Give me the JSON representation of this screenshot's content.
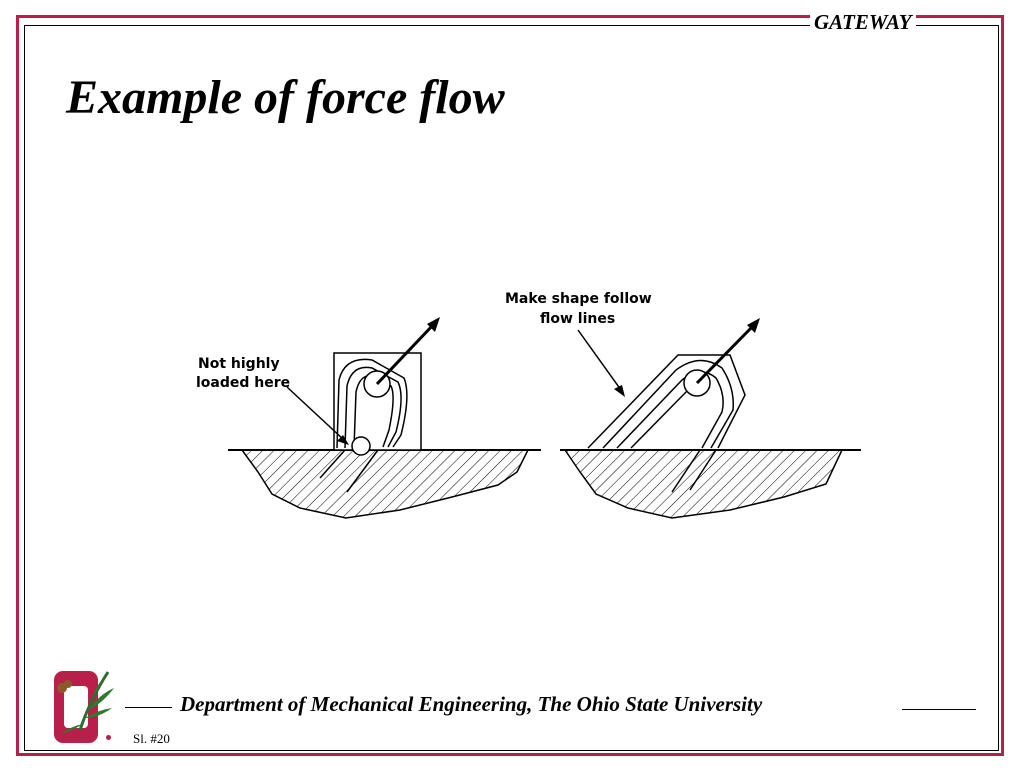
{
  "header": {
    "brand": "GATEWAY"
  },
  "slide": {
    "title": "Example of force flow"
  },
  "diagram": {
    "label_not_loaded_line1": "Not highly",
    "label_not_loaded_line2": "loaded here",
    "label_follow_line1": "Make shape follow",
    "label_follow_line2": "flow lines"
  },
  "footer": {
    "department": "Department of Mechanical Engineering, The Ohio State University",
    "slide_number": "Sl. #20"
  },
  "colors": {
    "accent": "#b81f4a",
    "text": "#000000"
  },
  "icons": {
    "logo": "ohio-state-block-o-logo"
  }
}
